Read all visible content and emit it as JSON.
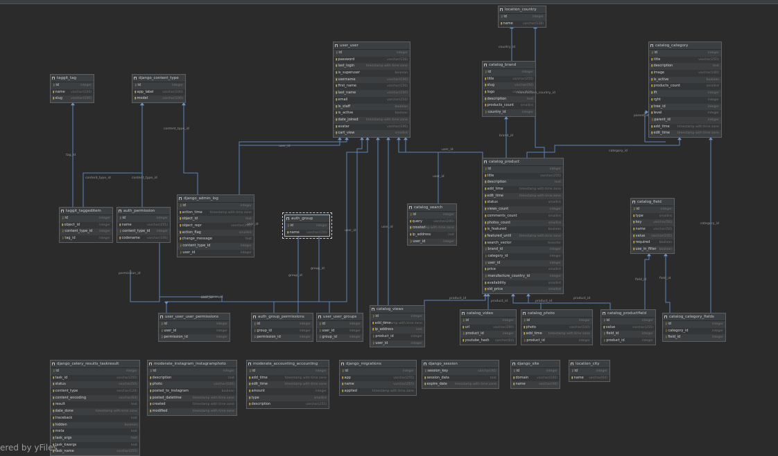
{
  "watermark": "ered by yFiles",
  "tables": [
    {
      "name": "location_country",
      "columns": [
        [
          "id",
          "integer",
          1
        ],
        [
          "name",
          "varchar(128)",
          0
        ]
      ]
    },
    {
      "name": "user_user",
      "columns": [
        [
          "id",
          "integer",
          1
        ],
        [
          "password",
          "varchar(128)",
          0
        ],
        [
          "last_login",
          "timestamp with time zone",
          0
        ],
        [
          "is_superuser",
          "boolean",
          0
        ],
        [
          "username",
          "varchar(150)",
          0
        ],
        [
          "first_name",
          "varchar(150)",
          0
        ],
        [
          "last_name",
          "varchar(150)",
          0
        ],
        [
          "email",
          "varchar(254)",
          0
        ],
        [
          "is_staff",
          "boolean",
          0
        ],
        [
          "is_active",
          "boolean",
          0
        ],
        [
          "date_joined",
          "timestamp with time zone",
          0
        ],
        [
          "avatar",
          "varchar(100)",
          0
        ],
        [
          "cart_view",
          "smallint",
          0
        ]
      ]
    },
    {
      "name": "catalog_brand",
      "columns": [
        [
          "id",
          "integer",
          1
        ],
        [
          "title",
          "varchar(255)",
          0
        ],
        [
          "slug",
          "varchar(50)",
          0
        ],
        [
          "logo",
          "varchar(100)",
          0
        ],
        [
          "description",
          "text",
          0
        ],
        [
          "products_count",
          "smallint",
          0
        ],
        [
          "country_id",
          "integer",
          1
        ]
      ]
    },
    {
      "name": "catalog_category",
      "columns": [
        [
          "id",
          "integer",
          1
        ],
        [
          "title",
          "varchar(255)",
          0
        ],
        [
          "description",
          "text",
          0
        ],
        [
          "image",
          "varchar(100)",
          0
        ],
        [
          "is_active",
          "boolean",
          0
        ],
        [
          "products_count",
          "smallint",
          0
        ],
        [
          "lft",
          "integer",
          0
        ],
        [
          "rght",
          "integer",
          0
        ],
        [
          "tree_id",
          "integer",
          0
        ],
        [
          "level",
          "integer",
          0
        ],
        [
          "parent_id",
          "integer",
          1
        ],
        [
          "add_time",
          "timestamp with time zone",
          0
        ],
        [
          "edit_time",
          "timestamp with time zone",
          0
        ]
      ]
    },
    {
      "name": "taggit_tag",
      "columns": [
        [
          "id",
          "integer",
          1
        ],
        [
          "name",
          "varchar(100)",
          0
        ],
        [
          "slug",
          "varchar(100)",
          0
        ]
      ]
    },
    {
      "name": "django_content_type",
      "columns": [
        [
          "id",
          "integer",
          1
        ],
        [
          "app_label",
          "varchar(100)",
          0
        ],
        [
          "model",
          "varchar(100)",
          0
        ]
      ]
    },
    {
      "name": "catalog_product",
      "columns": [
        [
          "id",
          "integer",
          1
        ],
        [
          "title",
          "varchar(255)",
          0
        ],
        [
          "description",
          "text",
          0
        ],
        [
          "add_time",
          "timestamp with time zone",
          0
        ],
        [
          "edit_time",
          "timestamp with time zone",
          0
        ],
        [
          "status",
          "smallint",
          0
        ],
        [
          "views_count",
          "integer",
          0
        ],
        [
          "comments_count",
          "smallint",
          0
        ],
        [
          "photos_count",
          "smallint",
          0
        ],
        [
          "is_featured",
          "boolean",
          0
        ],
        [
          "featured_until",
          "timestamp with time zone",
          0
        ],
        [
          "search_vector",
          "tsvector",
          0
        ],
        [
          "brand_id",
          "integer",
          1
        ],
        [
          "category_id",
          "integer",
          1
        ],
        [
          "user_id",
          "integer",
          1
        ],
        [
          "price",
          "smallint",
          0
        ],
        [
          "manufacture_country_id",
          "integer",
          1
        ],
        [
          "availability",
          "smallint",
          0
        ],
        [
          "old_price",
          "smallint",
          0
        ]
      ]
    },
    {
      "name": "django_admin_log",
      "columns": [
        [
          "id",
          "integer",
          1
        ],
        [
          "action_time",
          "timestamp with time zone",
          0
        ],
        [
          "object_id",
          "text",
          0
        ],
        [
          "object_repr",
          "varchar(200)",
          0
        ],
        [
          "action_flag",
          "smallint",
          0
        ],
        [
          "change_message",
          "text",
          0
        ],
        [
          "content_type_id",
          "integer",
          1
        ],
        [
          "user_id",
          "integer",
          1
        ]
      ]
    },
    {
      "name": "taggit_taggeditem",
      "columns": [
        [
          "id",
          "integer",
          1
        ],
        [
          "object_id",
          "integer",
          0
        ],
        [
          "content_type_id",
          "integer",
          1
        ],
        [
          "tag_id",
          "integer",
          1
        ]
      ]
    },
    {
      "name": "auth_permission",
      "columns": [
        [
          "id",
          "integer",
          1
        ],
        [
          "name",
          "varchar(255)",
          0
        ],
        [
          "content_type_id",
          "integer",
          1
        ],
        [
          "codename",
          "varchar(100)",
          0
        ]
      ]
    },
    {
      "name": "auth_group",
      "columns": [
        [
          "id",
          "integer",
          1
        ],
        [
          "name",
          "varchar(150)",
          0
        ]
      ]
    },
    {
      "name": "catalog_search",
      "columns": [
        [
          "id",
          "integer",
          1
        ],
        [
          "query",
          "varchar(200)",
          0
        ],
        [
          "created",
          "timestamp with time zone",
          0
        ],
        [
          "ip_address",
          "inet",
          0
        ],
        [
          "user_id",
          "integer",
          1
        ]
      ]
    },
    {
      "name": "catalog_field",
      "columns": [
        [
          "id",
          "integer",
          1
        ],
        [
          "type",
          "smallint",
          0
        ],
        [
          "key",
          "varchar(50)",
          0
        ],
        [
          "name",
          "varchar(50)",
          0
        ],
        [
          "value",
          "varchar(255)",
          0
        ],
        [
          "required",
          "boolean",
          0
        ],
        [
          "use_in_filter",
          "boolean",
          0
        ]
      ]
    },
    {
      "name": "user_user_user_permissions",
      "columns": [
        [
          "id",
          "integer",
          1
        ],
        [
          "user_id",
          "integer",
          1
        ],
        [
          "permission_id",
          "integer",
          1
        ]
      ]
    },
    {
      "name": "auth_group_permissions",
      "columns": [
        [
          "id",
          "integer",
          1
        ],
        [
          "group_id",
          "integer",
          1
        ],
        [
          "permission_id",
          "integer",
          1
        ]
      ]
    },
    {
      "name": "user_user_groups",
      "columns": [
        [
          "id",
          "integer",
          1
        ],
        [
          "user_id",
          "integer",
          1
        ],
        [
          "group_id",
          "integer",
          1
        ]
      ]
    },
    {
      "name": "catalog_views",
      "columns": [
        [
          "id",
          "integer",
          1
        ],
        [
          "add_time",
          "timestamp with time zone",
          0
        ],
        [
          "ip_address",
          "inet",
          0
        ],
        [
          "product_id",
          "integer",
          1
        ],
        [
          "user_id",
          "integer",
          1
        ]
      ]
    },
    {
      "name": "catalog_video",
      "columns": [
        [
          "id",
          "integer",
          1
        ],
        [
          "url",
          "varchar(200)",
          0
        ],
        [
          "product_id",
          "integer",
          1
        ],
        [
          "youtube_hash",
          "varchar(64)",
          0
        ]
      ]
    },
    {
      "name": "catalog_photo",
      "columns": [
        [
          "id",
          "integer",
          1
        ],
        [
          "photo",
          "varchar(100)",
          0
        ],
        [
          "add_time",
          "timestamp with time zone",
          0
        ],
        [
          "product_id",
          "integer",
          1
        ]
      ]
    },
    {
      "name": "catalog_productfield",
      "columns": [
        [
          "id",
          "integer",
          1
        ],
        [
          "value",
          "varchar(255)",
          0
        ],
        [
          "field_id",
          "integer",
          1
        ],
        [
          "product_id",
          "integer",
          1
        ]
      ]
    },
    {
      "name": "catalog_category_fields",
      "columns": [
        [
          "id",
          "integer",
          1
        ],
        [
          "category_id",
          "integer",
          1
        ],
        [
          "field_id",
          "integer",
          1
        ]
      ]
    },
    {
      "name": "django_celery_results_taskresult",
      "columns": [
        [
          "id",
          "integer",
          1
        ],
        [
          "task_id",
          "varchar(255)",
          0
        ],
        [
          "status",
          "varchar(50)",
          0
        ],
        [
          "content_type",
          "varchar(128)",
          0
        ],
        [
          "content_encoding",
          "varchar(64)",
          0
        ],
        [
          "result",
          "text",
          0
        ],
        [
          "date_done",
          "timestamp with time zone",
          0
        ],
        [
          "traceback",
          "text",
          0
        ],
        [
          "hidden",
          "boolean",
          0
        ],
        [
          "meta",
          "text",
          0
        ],
        [
          "task_args",
          "text",
          0
        ],
        [
          "task_kwargs",
          "text",
          0
        ],
        [
          "task_name",
          "varchar(255)",
          0
        ]
      ]
    },
    {
      "name": "moderate_instagram_instagramphoto",
      "columns": [
        [
          "id",
          "integer",
          1
        ],
        [
          "description",
          "text",
          0
        ],
        [
          "photo",
          "varchar(100)",
          0
        ],
        [
          "posted_to_instagram",
          "boolean",
          0
        ],
        [
          "posted_datetime",
          "timestamp with time zone",
          0
        ],
        [
          "created",
          "timestamp with time zone",
          0
        ],
        [
          "modified",
          "timestamp with time zone",
          0
        ]
      ]
    },
    {
      "name": "moderate_accounting_accounting",
      "columns": [
        [
          "id",
          "integer",
          1
        ],
        [
          "add_time",
          "timestamp with time zone",
          0
        ],
        [
          "edit_time",
          "timestamp with time zone",
          0
        ],
        [
          "amount",
          "integer",
          0
        ],
        [
          "type",
          "smallint",
          0
        ],
        [
          "description",
          "varchar(255)",
          0
        ]
      ]
    },
    {
      "name": "django_migrations",
      "columns": [
        [
          "id",
          "integer",
          1
        ],
        [
          "app",
          "varchar(255)",
          0
        ],
        [
          "name",
          "varchar(255)",
          0
        ],
        [
          "applied",
          "timestamp with time zone",
          0
        ]
      ]
    },
    {
      "name": "django_session",
      "columns": [
        [
          "session_key",
          "varchar(40)",
          1
        ],
        [
          "session_data",
          "text",
          0
        ],
        [
          "expire_date",
          "timestamp with time zone",
          0
        ]
      ]
    },
    {
      "name": "django_site",
      "columns": [
        [
          "id",
          "integer",
          1
        ],
        [
          "domain",
          "varchar(100)",
          0
        ],
        [
          "name",
          "varchar(50)",
          0
        ]
      ]
    },
    {
      "name": "location_city",
      "columns": [
        [
          "id",
          "integer",
          1
        ],
        [
          "name",
          "varchar(64)",
          0
        ]
      ]
    }
  ],
  "edge_labels": [
    "country_id",
    "brand_id",
    "manufacture_country_id",
    "parent_id",
    "category_id",
    "tag_id",
    "content_type_id",
    "content_type_id",
    "content_type_id",
    "user_id",
    "user_id",
    "user_id",
    "user_id",
    "user_id",
    "user_id",
    "user_id",
    "group_id",
    "group_id",
    "permission_id",
    "permission_id",
    "product_id",
    "product_id",
    "product_id",
    "product_id",
    "field_id",
    "field_id",
    "category_id"
  ]
}
